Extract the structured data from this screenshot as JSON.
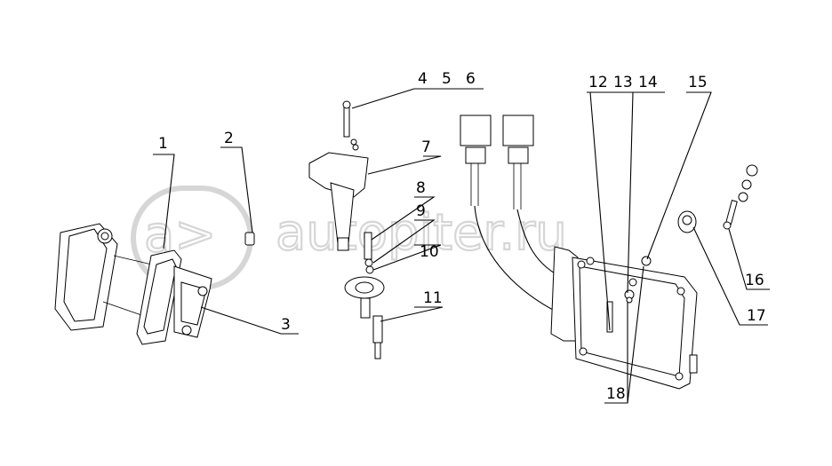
{
  "watermark": {
    "text": "autopiter.ru",
    "logo_text": "a>"
  },
  "callouts": [
    "1",
    "2",
    "3",
    "4",
    "5",
    "6",
    "7",
    "8",
    "9",
    "10",
    "11",
    "12",
    "13",
    "14",
    "15",
    "16",
    "17",
    "18"
  ],
  "colors": {
    "line": "#000000",
    "watermark": "#d6d6d6",
    "background": "#ffffff"
  }
}
